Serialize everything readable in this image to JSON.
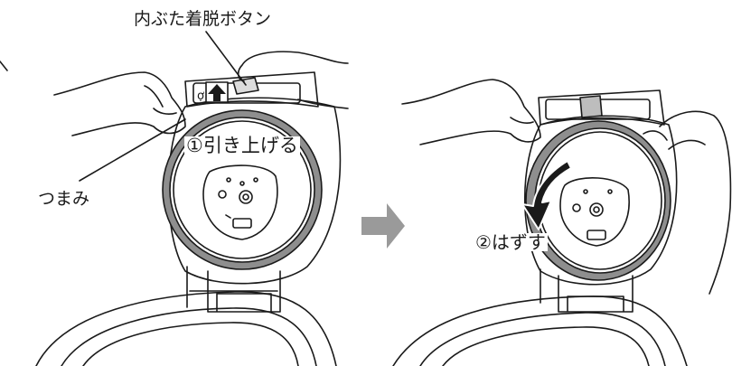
{
  "labels": {
    "release_button": "内ぶた着脱ボタン",
    "knob": "つまみ",
    "step1": "①引き上げる",
    "step2": "②はずす"
  },
  "colors": {
    "line": "#1a1a1a",
    "gasket": "#8e8e8e",
    "arrow": "#9a9a9a"
  }
}
